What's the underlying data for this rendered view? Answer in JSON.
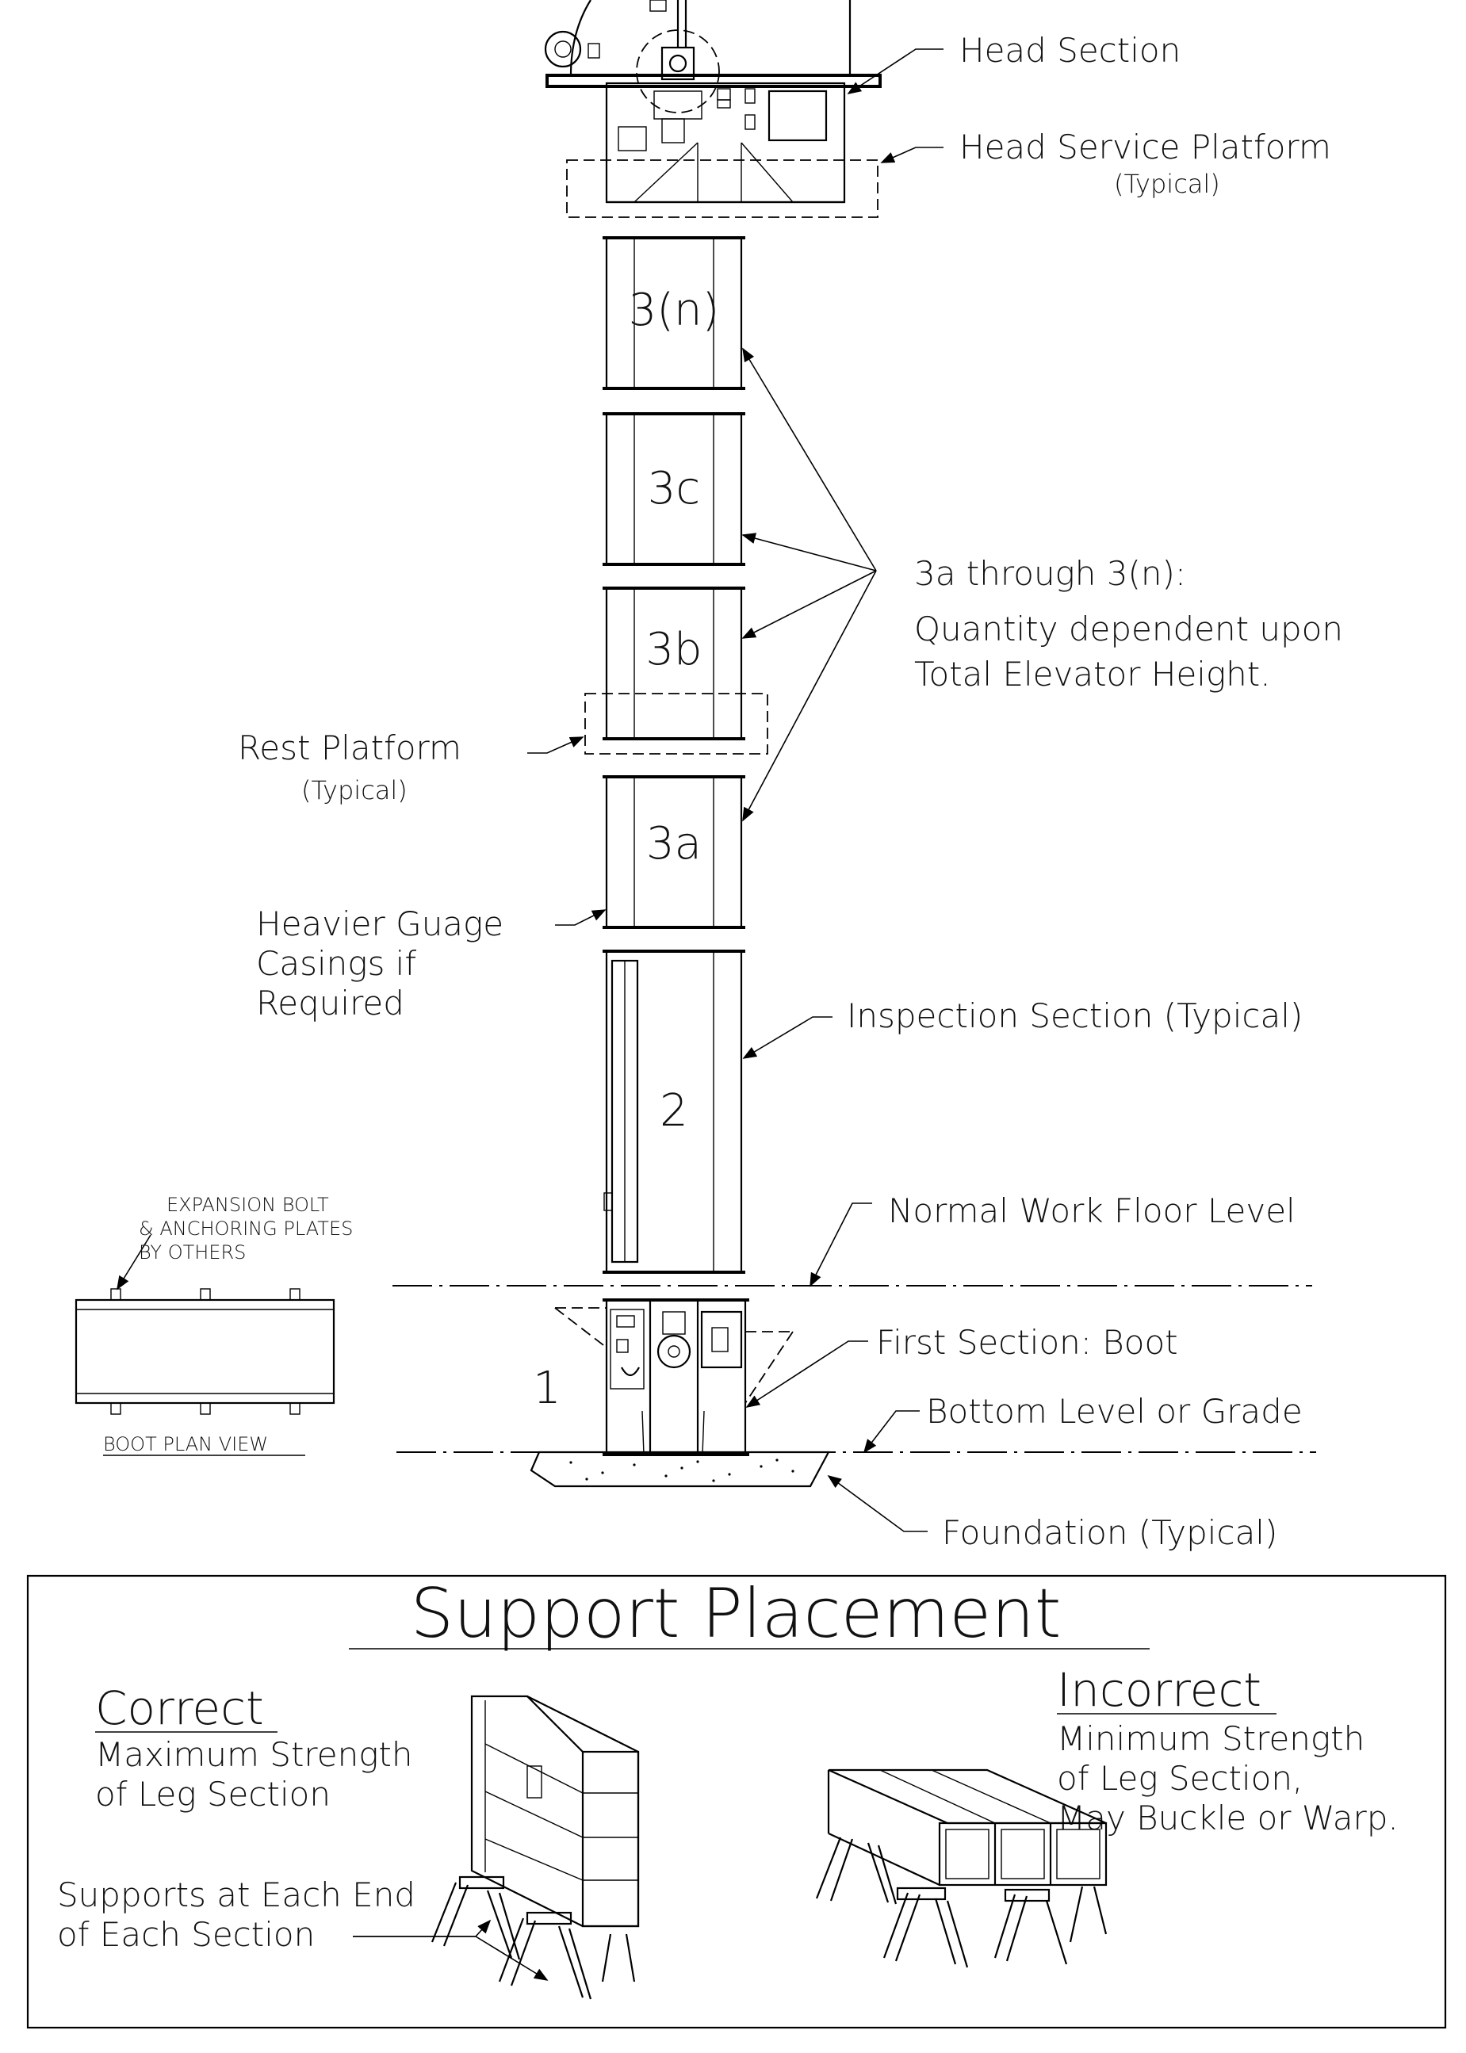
{
  "labels": {
    "head_section": "Head Section",
    "head_service_platform": "Head Service Platform",
    "head_service_platform_note": "(Typical)",
    "section_3n": "3(n)",
    "section_3c": "3c",
    "section_3b": "3b",
    "section_3a": "3a",
    "section_2": "2",
    "section_1": "1",
    "sections_note_1": "3a through 3(n):",
    "sections_note_2": "Quantity dependent upon",
    "sections_note_3": "Total Elevator Height.",
    "rest_platform": "Rest Platform",
    "rest_platform_note": "(Typical)",
    "heavier_1": "Heavier Guage",
    "heavier_2": "Casings if",
    "heavier_3": "Required",
    "inspection_section": "Inspection Section (Typical)",
    "normal_work_floor": "Normal Work Floor Level",
    "first_section_boot": "First Section: Boot",
    "bottom_level": "Bottom Level or Grade",
    "foundation": "Foundation (Typical)",
    "expansion_1": "EXPANSION BOLT",
    "expansion_2": "& ANCHORING PLATES",
    "expansion_3": "BY OTHERS",
    "boot_plan_view": "BOOT PLAN VIEW"
  },
  "support": {
    "title": "Support Placement",
    "correct_heading": "Correct",
    "correct_1": "Maximum Strength",
    "correct_2": "of Leg Section",
    "supports_1": "Supports at Each End",
    "supports_2": "of Each Section",
    "incorrect_heading": "Incorrect",
    "incorrect_1": "Minimum Strength",
    "incorrect_2": "of Leg Section,",
    "incorrect_3": "May Buckle or Warp."
  }
}
